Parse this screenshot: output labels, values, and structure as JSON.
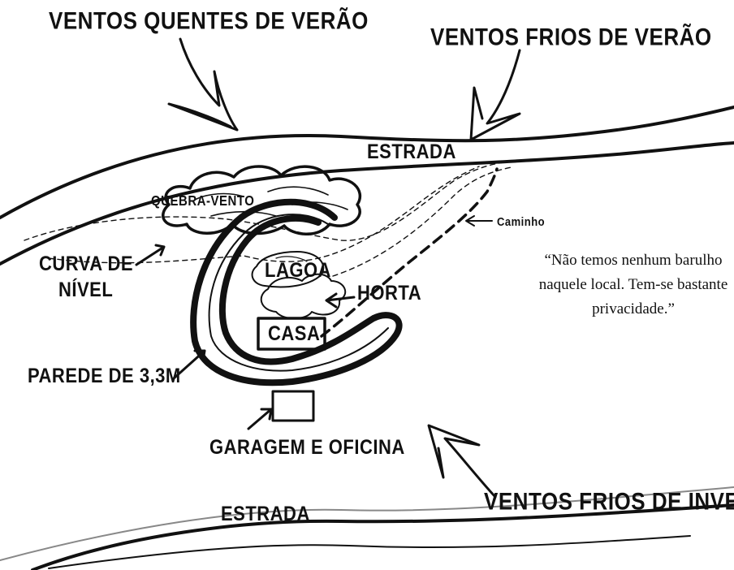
{
  "labels": {
    "summer_warm_winds": "Ventos Quentes de Verão",
    "summer_cool_winds": "Ventos Frios de Verão",
    "winter_cold_winds": "Ventos Frios de Inverno",
    "road_top": "Estrada",
    "road_bottom": "Estrada",
    "windbreak": "Quebra-Vento",
    "contour_line_1": "Curva de",
    "contour_line_2": "Nível",
    "pond": "Lagoa",
    "garden": "Horta",
    "house": "Casa",
    "path": "Caminho",
    "wall": "Parede de 3,3m",
    "garage": "Garagem e Oficina"
  },
  "quote": "“Não temos nenhum barulho naquele local. Tem-se bastante privacidade.”",
  "colors": {
    "ink": "#111111",
    "paper": "#ffffff"
  }
}
